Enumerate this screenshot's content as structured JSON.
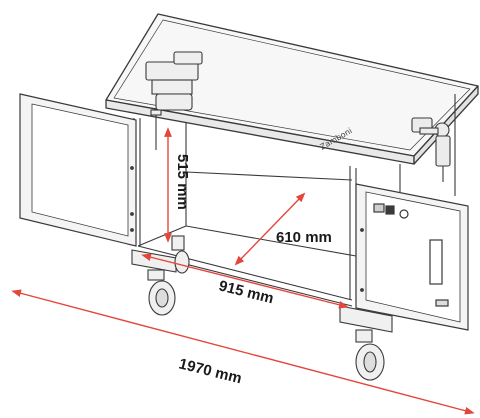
{
  "dimensions": {
    "height": "515 mm",
    "depth": "610 mm",
    "width": "915 mm",
    "overall_width": "1970 mm"
  },
  "brand_mark": "Zamboni",
  "colors": {
    "line": "#3a3a3a",
    "panel_fill": "#f4f4f4",
    "dimension_arrow": "#e4463c"
  }
}
